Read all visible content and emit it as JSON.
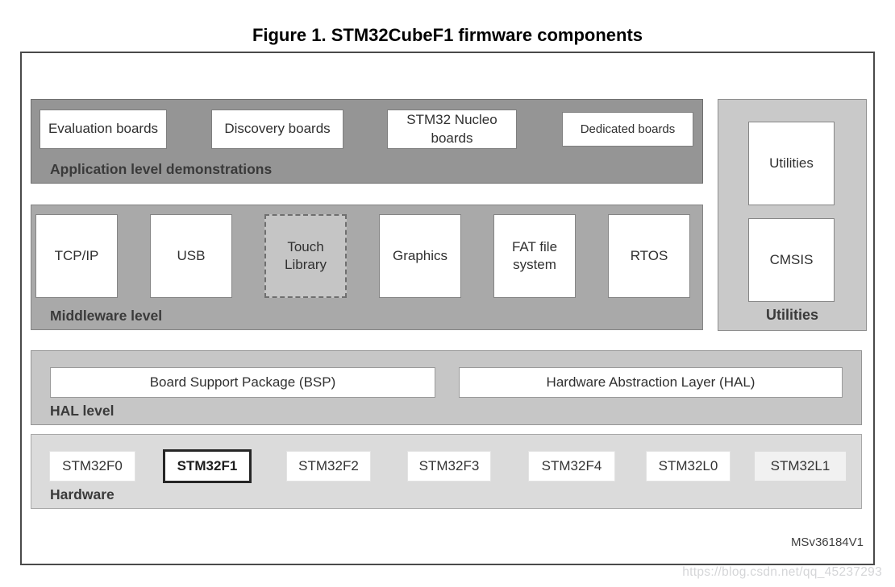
{
  "figure": {
    "title": "Figure 1. STM32CubeF1 firmware components",
    "figure_id": "MSv36184V1"
  },
  "application_level": {
    "label": "Application level demonstrations",
    "boxes": [
      "Evaluation boards",
      "Discovery boards",
      "STM32 Nucleo boards",
      "Dedicated boards"
    ]
  },
  "middleware_level": {
    "label": "Middleware level",
    "boxes": [
      "TCP/IP",
      "USB",
      "Touch Library",
      "Graphics",
      "FAT file system",
      "RTOS"
    ]
  },
  "utilities_column": {
    "label": "Utilities",
    "boxes": [
      "Utilities",
      "CMSIS"
    ]
  },
  "hal_level": {
    "label": "HAL level",
    "boxes": [
      "Board Support Package (BSP)",
      "Hardware Abstraction Layer (HAL)"
    ]
  },
  "hardware_level": {
    "label": "Hardware",
    "chips": [
      {
        "label": "STM32F0",
        "highlighted": false
      },
      {
        "label": "STM32F1",
        "highlighted": true
      },
      {
        "label": "STM32F2",
        "highlighted": false
      },
      {
        "label": "STM32F3",
        "highlighted": false
      },
      {
        "label": "STM32F4",
        "highlighted": false
      },
      {
        "label": "STM32L0",
        "highlighted": false
      },
      {
        "label": "STM32L1",
        "highlighted": false
      }
    ]
  },
  "watermark": "https://blog.csdn.net/qq_45237293",
  "colors": {
    "application_band": "#959595",
    "middleware_band": "#a9a9a9",
    "utilities_panel": "#c9c9c9",
    "hal_band": "#c6c6c6",
    "hardware_band": "#dbdbdb",
    "box_fill": "#ffffff",
    "touch_library_fill": "#c5c5c5",
    "highlight_border": "#262626",
    "frame_border": "#4a4a4a"
  }
}
